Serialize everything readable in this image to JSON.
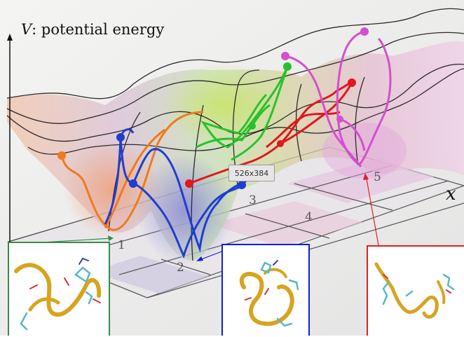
{
  "axes": {
    "vertical_symbol": "V",
    "vertical_label": ": potential energy",
    "horizontal_label": "x"
  },
  "wells": [
    {
      "label": "1"
    },
    {
      "label": "2"
    },
    {
      "label": "3"
    },
    {
      "label": "4"
    },
    {
      "label": "5"
    }
  ],
  "tooltip": {
    "text": "526x384"
  },
  "trajectories": [
    {
      "id": "orange",
      "color": "#f07a1e"
    },
    {
      "id": "blue",
      "color": "#1f3ecf"
    },
    {
      "id": "green",
      "color": "#27c22b"
    },
    {
      "id": "red",
      "color": "#e3161c"
    },
    {
      "id": "magenta",
      "color": "#d34fd0"
    }
  ],
  "insets": [
    {
      "well": "1",
      "border_color": "#3a8a4a"
    },
    {
      "well": "2",
      "border_color": "#1020d0"
    },
    {
      "well": "5",
      "border_color": "#e02020"
    }
  ]
}
